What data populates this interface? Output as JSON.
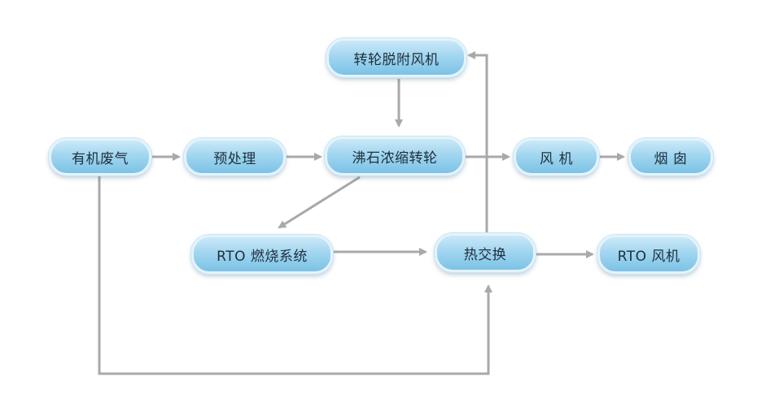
{
  "colors": {
    "connector": "#a9a9a9",
    "node_fill_top": "#cbe9f8",
    "node_fill_bottom": "#7cc2e6",
    "node_text": "#1f2f3a"
  },
  "nodes": {
    "waste_gas": "有机废气",
    "pretreatment": "预处理",
    "zeolite_rotor": "沸石浓缩转轮",
    "desorption_fan": "转轮脱附风机",
    "fan": "风 机",
    "chimney": "烟 囱",
    "rto_system": "RTO 燃烧系统",
    "heat_exchange": "热交换",
    "rto_fan": "RTO 风机"
  }
}
